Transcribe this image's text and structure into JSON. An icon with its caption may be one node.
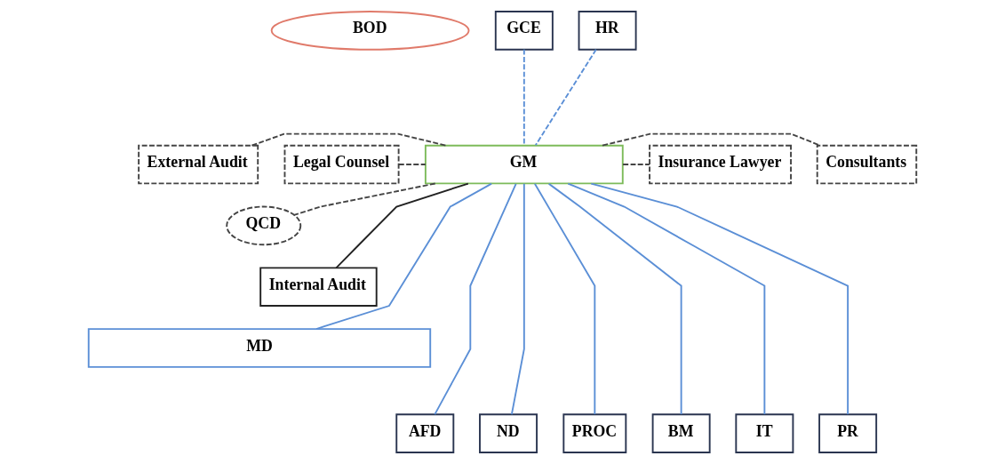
{
  "diagram": {
    "nodes": [
      {
        "text": [
          "BOD"
        ]
      },
      {
        "text": [
          "External Audit"
        ]
      },
      {
        "text": [
          "GM"
        ]
      },
      {
        "text": [
          "Consultants"
        ]
      },
      {
        "text": [
          "Legal Counsel"
        ]
      },
      {
        "text": [
          "Insurance Lawyer"
        ]
      },
      {
        "text": [
          "QCD"
        ]
      },
      {
        "text": [
          "Internal Audit"
        ]
      },
      {
        "text": [
          "MD"
        ]
      },
      {
        "text": [
          "GCE"
        ]
      },
      {
        "text": [
          "HR"
        ]
      },
      {
        "text": [
          "AFD"
        ]
      },
      {
        "text": [
          "ND"
        ]
      },
      {
        "text": [
          "PROC"
        ]
      },
      {
        "text": [
          "BM"
        ]
      },
      {
        "text": [
          "IT"
        ]
      },
      {
        "text": [
          "PR"
        ]
      }
    ],
    "edges": [
      {
        "from": 1,
        "to": 2,
        "arrow": "none",
        "style": "dashed",
        "color": "#444444"
      },
      {
        "from": 4,
        "to": 2,
        "arrow": "none",
        "style": "dashed",
        "color": "#444444"
      },
      {
        "from": 2,
        "to": 3,
        "arrow": "none",
        "style": "dashed",
        "color": "#444444"
      },
      {
        "from": 2,
        "to": 5,
        "arrow": "none",
        "style": "dashed",
        "color": "#444444"
      },
      {
        "from": 2,
        "to": 6,
        "arrow": "none",
        "style": "dashed",
        "color": "#444444"
      },
      {
        "from": 2,
        "to": 7,
        "arrow": "none",
        "color": "#222222"
      },
      {
        "from": 2,
        "to": 8,
        "arrow": "none"
      },
      {
        "from": 9,
        "to": 2,
        "arrow": "none",
        "style": "dashed"
      },
      {
        "from": 10,
        "to": 2,
        "arrow": "none",
        "style": "dashed"
      },
      {
        "from": 2,
        "to": 11,
        "arrow": "none"
      },
      {
        "from": 2,
        "to": 12,
        "arrow": "none"
      },
      {
        "from": 2,
        "to": 13,
        "arrow": "none"
      },
      {
        "from": 2,
        "to": 14,
        "arrow": "none"
      },
      {
        "from": 2,
        "to": 15,
        "arrow": "none"
      },
      {
        "from": 2,
        "to": 16,
        "arrow": "none"
      }
    ]
  }
}
